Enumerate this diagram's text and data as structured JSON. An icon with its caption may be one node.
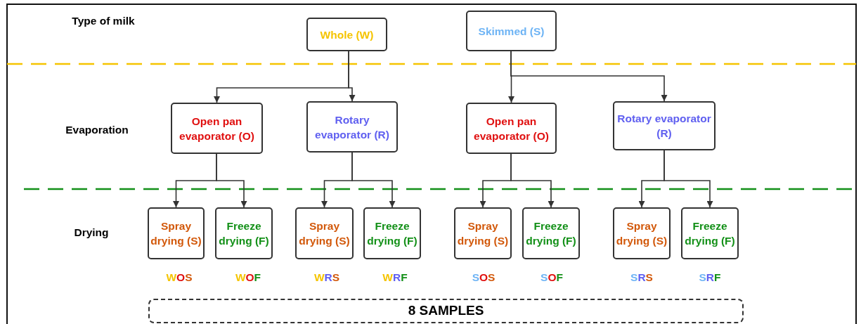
{
  "diagram": {
    "nodes": [
      {
        "text": [
          "Whole (W)"
        ]
      },
      {
        "text": [
          "Skimmed (S)"
        ]
      },
      {
        "text": [
          "Open pan evaporator (O)"
        ]
      },
      {
        "text": [
          "Rotary evaporator (R)"
        ]
      },
      {
        "text": [
          "Open pan evaporator (O)"
        ]
      },
      {
        "text": [
          "Rotary evaporator (R)"
        ]
      },
      {
        "text": [
          "Spray drying (S)"
        ]
      },
      {
        "text": [
          "Freeze drying (F)"
        ]
      },
      {
        "text": [
          "Spray drying (S)"
        ]
      },
      {
        "text": [
          "Freeze drying (F)"
        ]
      },
      {
        "text": [
          "Spray drying (S)"
        ]
      },
      {
        "text": [
          "Freeze drying (F)"
        ]
      },
      {
        "text": [
          "Spray drying (S)"
        ]
      },
      {
        "text": [
          "Freeze drying (F)"
        ]
      },
      {
        "text": [
          "8 SAMPLES"
        ]
      }
    ],
    "edges": [
      {
        "from": 0,
        "to": 2,
        "arrow": "to"
      },
      {
        "from": 0,
        "to": 3,
        "arrow": "to"
      },
      {
        "from": 1,
        "to": 4,
        "arrow": "to"
      },
      {
        "from": 1,
        "to": 5,
        "arrow": "to"
      },
      {
        "from": 2,
        "to": 6,
        "arrow": "to"
      },
      {
        "from": 2,
        "to": 7,
        "arrow": "to"
      },
      {
        "from": 3,
        "to": 8,
        "arrow": "to"
      },
      {
        "from": 3,
        "to": 9,
        "arrow": "to"
      },
      {
        "from": 4,
        "to": 10,
        "arrow": "to"
      },
      {
        "from": 4,
        "to": 11,
        "arrow": "to"
      },
      {
        "from": 5,
        "to": 12,
        "arrow": "to"
      },
      {
        "from": 5,
        "to": 13,
        "arrow": "to"
      }
    ],
    "labels": [
      "Type of milk",
      "Evaporation",
      "Drying",
      "WOS",
      "WOF",
      "WRS",
      "WRF",
      "SOS",
      "SOF",
      "SRS",
      "SRF"
    ]
  }
}
